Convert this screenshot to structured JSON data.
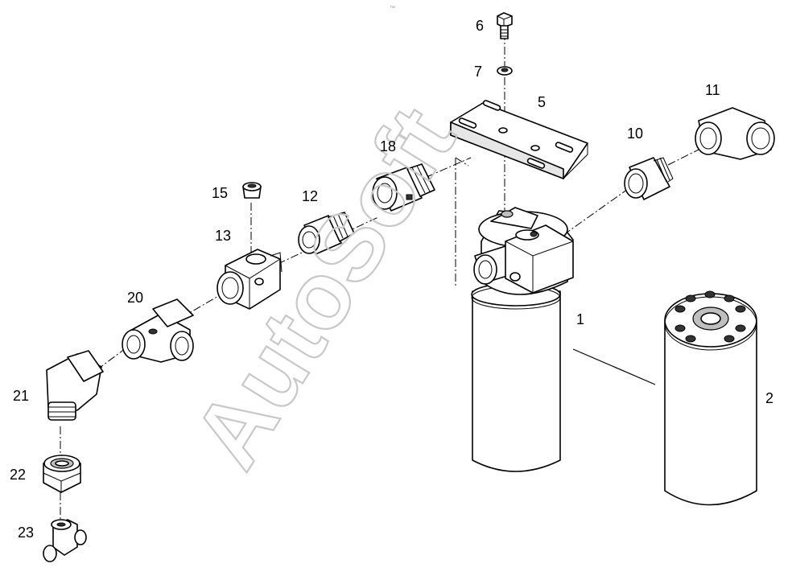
{
  "watermark": {
    "text": "AutoSoft",
    "top_mark": "™"
  },
  "callouts": {
    "1": "1",
    "2": "2",
    "5": "5",
    "6": "6",
    "7": "7",
    "10": "10",
    "11": "11",
    "12": "12",
    "13": "13",
    "15": "15",
    "18": "18",
    "20": "20",
    "21": "21",
    "22": "22",
    "23": "23"
  },
  "parts": [
    {
      "id": "1",
      "name": "filter-assembly-with-head"
    },
    {
      "id": "2",
      "name": "filter-cartridge"
    },
    {
      "id": "5",
      "name": "mounting-bracket"
    },
    {
      "id": "6",
      "name": "bolt"
    },
    {
      "id": "7",
      "name": "washer"
    },
    {
      "id": "10",
      "name": "straight-adapter"
    },
    {
      "id": "11",
      "name": "elbow-fitting"
    },
    {
      "id": "12",
      "name": "union-fitting"
    },
    {
      "id": "13",
      "name": "port-block"
    },
    {
      "id": "15",
      "name": "plug"
    },
    {
      "id": "18",
      "name": "reducer-fitting"
    },
    {
      "id": "20",
      "name": "tee-fitting"
    },
    {
      "id": "21",
      "name": "elbow-fitting-lower"
    },
    {
      "id": "22",
      "name": "nut-fitting"
    },
    {
      "id": "23",
      "name": "small-tee-fitting"
    }
  ]
}
